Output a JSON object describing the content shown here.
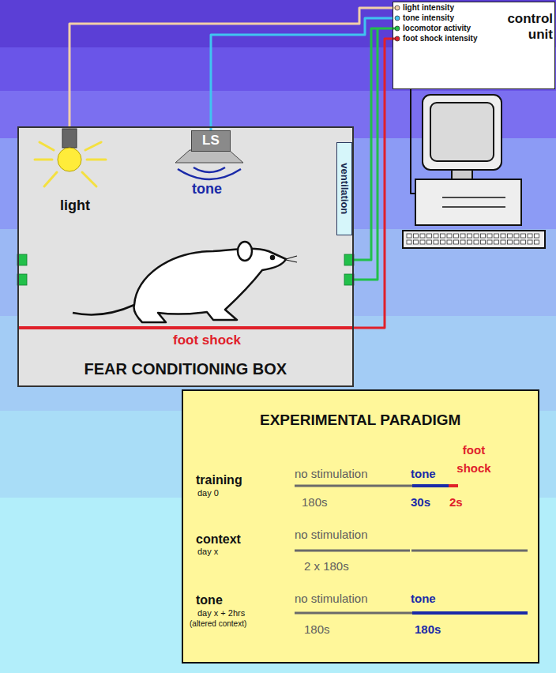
{
  "diagram": {
    "nodes": [
      {
        "text": [
          "light",
          "tone",
          "foot shock",
          "FEAR CONDITIONING BOX"
        ]
      },
      {
        "text": [
          "LS"
        ],
        "in": 0
      },
      {
        "text": [
          "ventilation"
        ],
        "in": 0
      },
      {
        "text": [
          "light intensity",
          "tone intensity",
          "locomotor activity",
          "foot shock intensity",
          "control unit"
        ]
      },
      {
        "text": [
          "EXPERIMENTAL PARADIGM",
          "foot shock",
          "training",
          "day 0",
          "no stimulation",
          "tone",
          "180s",
          "30s",
          "2s",
          "context",
          "day x",
          "no stimulation",
          "2 x 180s",
          "tone",
          "day x + 2hrs",
          "(altered context)",
          "no stimulation",
          "tone",
          "180s",
          "180s"
        ]
      }
    ],
    "edges": [
      {
        "from": 1,
        "to": 3,
        "arrow": "none"
      }
    ]
  }
}
